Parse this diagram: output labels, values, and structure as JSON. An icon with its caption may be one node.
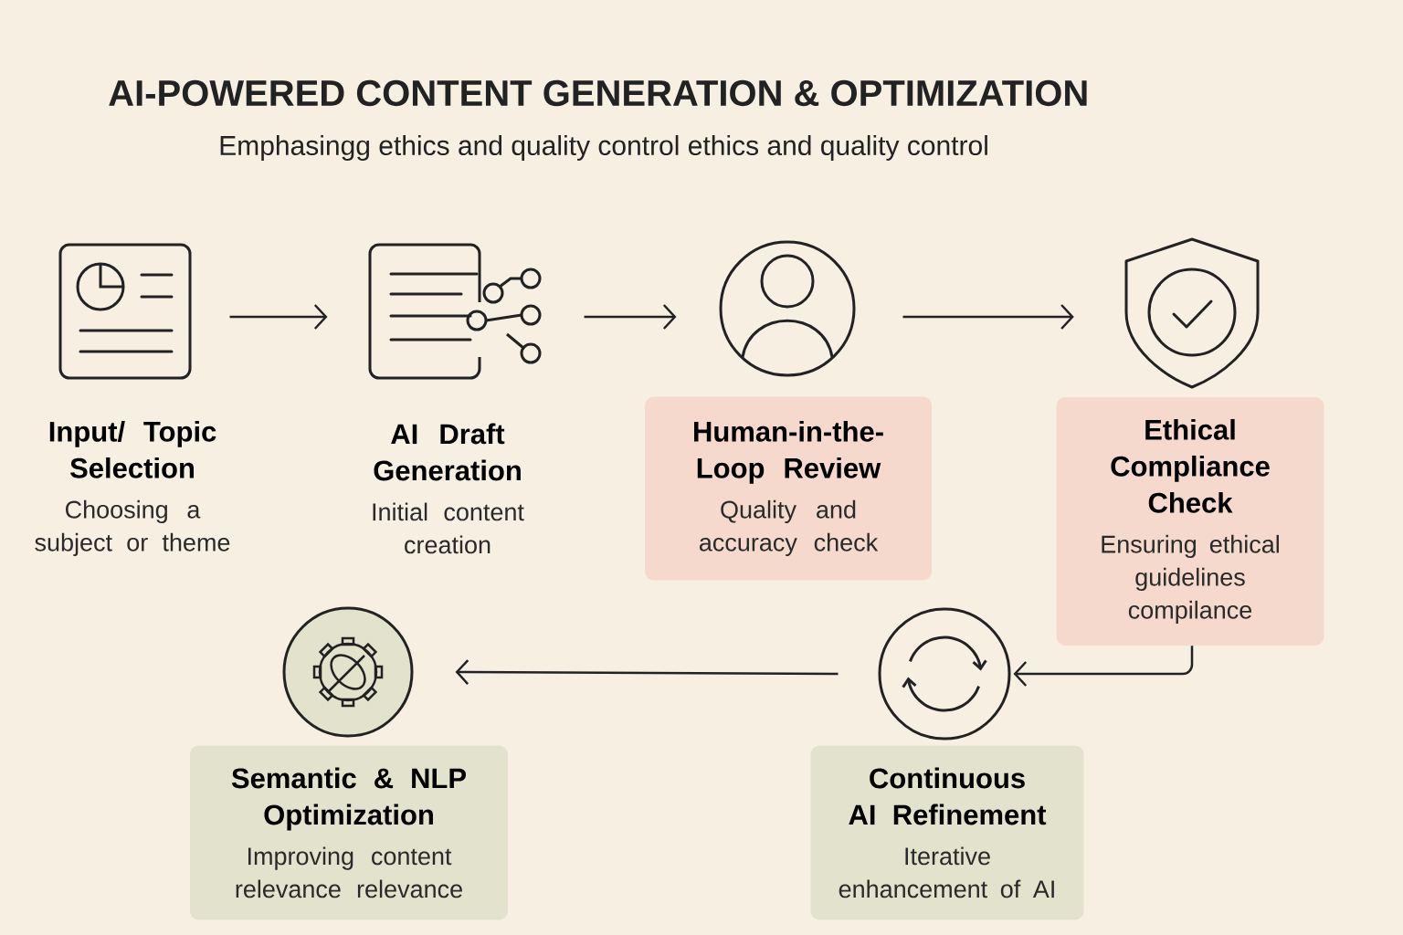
{
  "diagram": {
    "title": "AI-POWERED CONTENT GENERATION & OPTIMIZATION",
    "nodes": [
      {
        "text": [],
        "shape": "document"
      },
      {
        "text": [
          "Input/ Topic Selection",
          "Choosing a subject or theme"
        ]
      },
      {
        "text": [],
        "shape": "document"
      },
      {
        "text": [
          "AI Draft Generation",
          "Initial content creation"
        ]
      },
      {
        "text": [],
        "shape": "circle"
      },
      {
        "text": [
          "Human-in-the-Loop Review",
          "Quality and accuracy check"
        ]
      },
      {
        "text": [],
        "shape": "shield"
      },
      {
        "text": [
          "Ethical Compliance Check",
          "Ensuring ethical guidelines compilance"
        ]
      },
      {
        "text": [],
        "shape": "circle"
      },
      {
        "text": [
          "Semantic & NLP Optimization",
          "Improving content relevance relevance"
        ]
      },
      {
        "text": [],
        "shape": "circle"
      },
      {
        "text": [
          "Continuous AI Refinement",
          "Iterative enhancement of AI"
        ]
      }
    ],
    "edges": [
      {
        "from": 0,
        "to": 2,
        "arrow": "to"
      },
      {
        "from": 2,
        "to": 4,
        "arrow": "to"
      },
      {
        "from": 4,
        "to": 6,
        "arrow": "to"
      },
      {
        "from": 7,
        "to": 10,
        "arrow": "to"
      },
      {
        "from": 10,
        "to": 8,
        "arrow": "to"
      }
    ],
    "labels": [
      "Emphasingg ethics and quality control ethics and quality control"
    ]
  }
}
